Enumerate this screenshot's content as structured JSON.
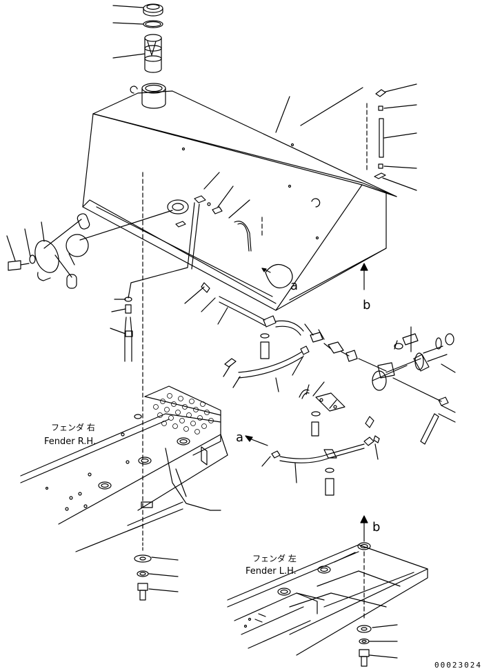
{
  "labels": {
    "fender_rh_jp": "フェンダ 右",
    "fender_rh_en": "Fender R.H.",
    "fender_lh_jp": "フェンダ 左",
    "fender_lh_en": "Fender L.H.",
    "ref_a_tank": "a",
    "ref_a_hose": "a",
    "ref_b_tank": "b",
    "ref_b_fender": "b"
  },
  "drawing_code": "00023024",
  "colors": {
    "ink": "#000000",
    "paper": "#ffffff"
  }
}
